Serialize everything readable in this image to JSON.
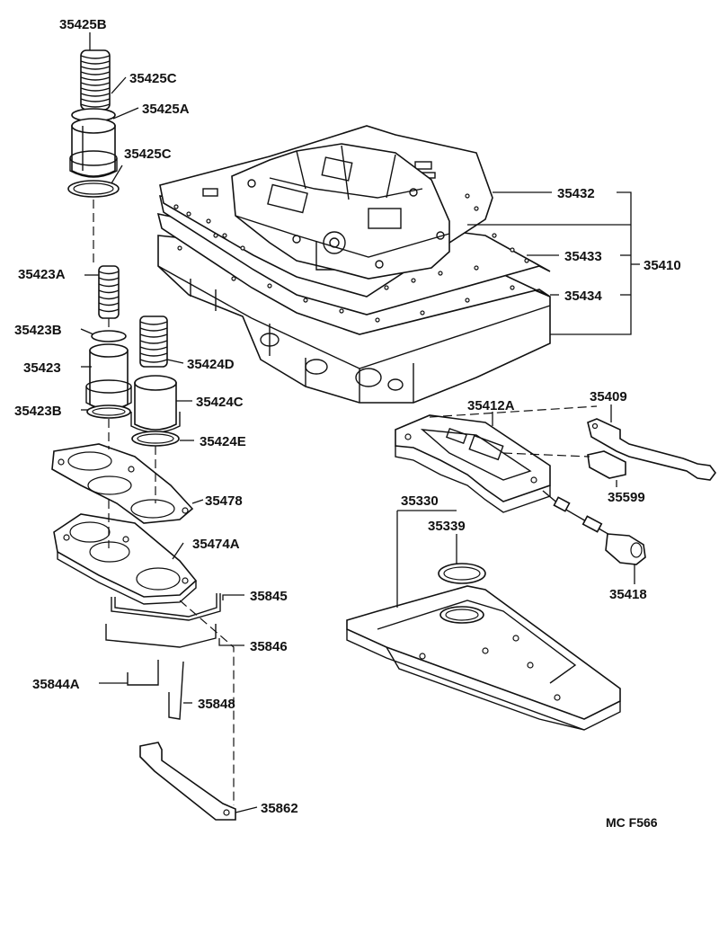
{
  "diagram_code": "MC F566",
  "parts": [
    {
      "id": "p35425B",
      "label": "35425B"
    },
    {
      "id": "p35425C_top",
      "label": "35425C"
    },
    {
      "id": "p35425A",
      "label": "35425A"
    },
    {
      "id": "p35425C_bot",
      "label": "35425C"
    },
    {
      "id": "p35423A",
      "label": "35423A"
    },
    {
      "id": "p35423B_top",
      "label": "35423B"
    },
    {
      "id": "p35423",
      "label": "35423"
    },
    {
      "id": "p35423B_bot",
      "label": "35423B"
    },
    {
      "id": "p35424D",
      "label": "35424D"
    },
    {
      "id": "p35424C",
      "label": "35424C"
    },
    {
      "id": "p35424E",
      "label": "35424E"
    },
    {
      "id": "p35478",
      "label": "35478"
    },
    {
      "id": "p35474A",
      "label": "35474A"
    },
    {
      "id": "p35845",
      "label": "35845"
    },
    {
      "id": "p35846",
      "label": "35846"
    },
    {
      "id": "p35844A",
      "label": "35844A"
    },
    {
      "id": "p35848",
      "label": "35848"
    },
    {
      "id": "p35862",
      "label": "35862"
    },
    {
      "id": "p35432",
      "label": "35432"
    },
    {
      "id": "p35433",
      "label": "35433"
    },
    {
      "id": "p35434",
      "label": "35434"
    },
    {
      "id": "p35410",
      "label": "35410"
    },
    {
      "id": "p35412A",
      "label": "35412A"
    },
    {
      "id": "p35409",
      "label": "35409"
    },
    {
      "id": "p35599",
      "label": "35599"
    },
    {
      "id": "p35330",
      "label": "35330"
    },
    {
      "id": "p35339",
      "label": "35339"
    },
    {
      "id": "p35418",
      "label": "35418"
    }
  ]
}
